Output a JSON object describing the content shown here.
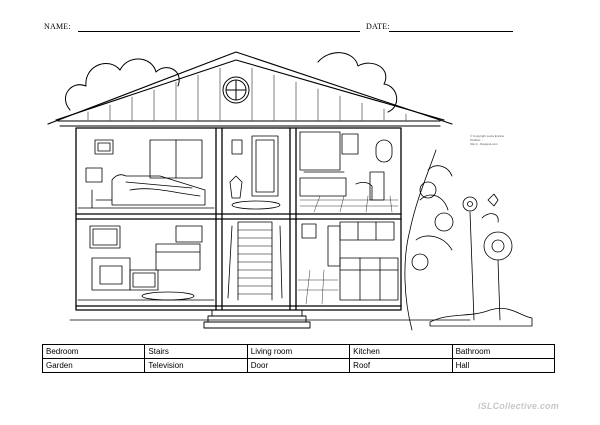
{
  "header": {
    "name_label": "NAME:",
    "date_label": "DATE:"
  },
  "credit_lines": [
    "© Copyright Lucia Encina",
    "Profiles: ...",
    "http://...blogspot.com"
  ],
  "vocabulary": {
    "rows": [
      [
        "Bedroom",
        "Stairs",
        "Living room",
        "Kitchen",
        "Bathroom"
      ],
      [
        "Garden",
        "Television",
        "Door",
        "Roof",
        "Hall"
      ]
    ]
  },
  "footer": {
    "watermark": "iSLCollective.com"
  },
  "illustration": {
    "subject": "house-cutaway",
    "rooms": [
      "bedroom",
      "hall",
      "bathroom",
      "living-room",
      "stairs",
      "kitchen"
    ],
    "line_color": "#000000",
    "background": "#ffffff"
  }
}
